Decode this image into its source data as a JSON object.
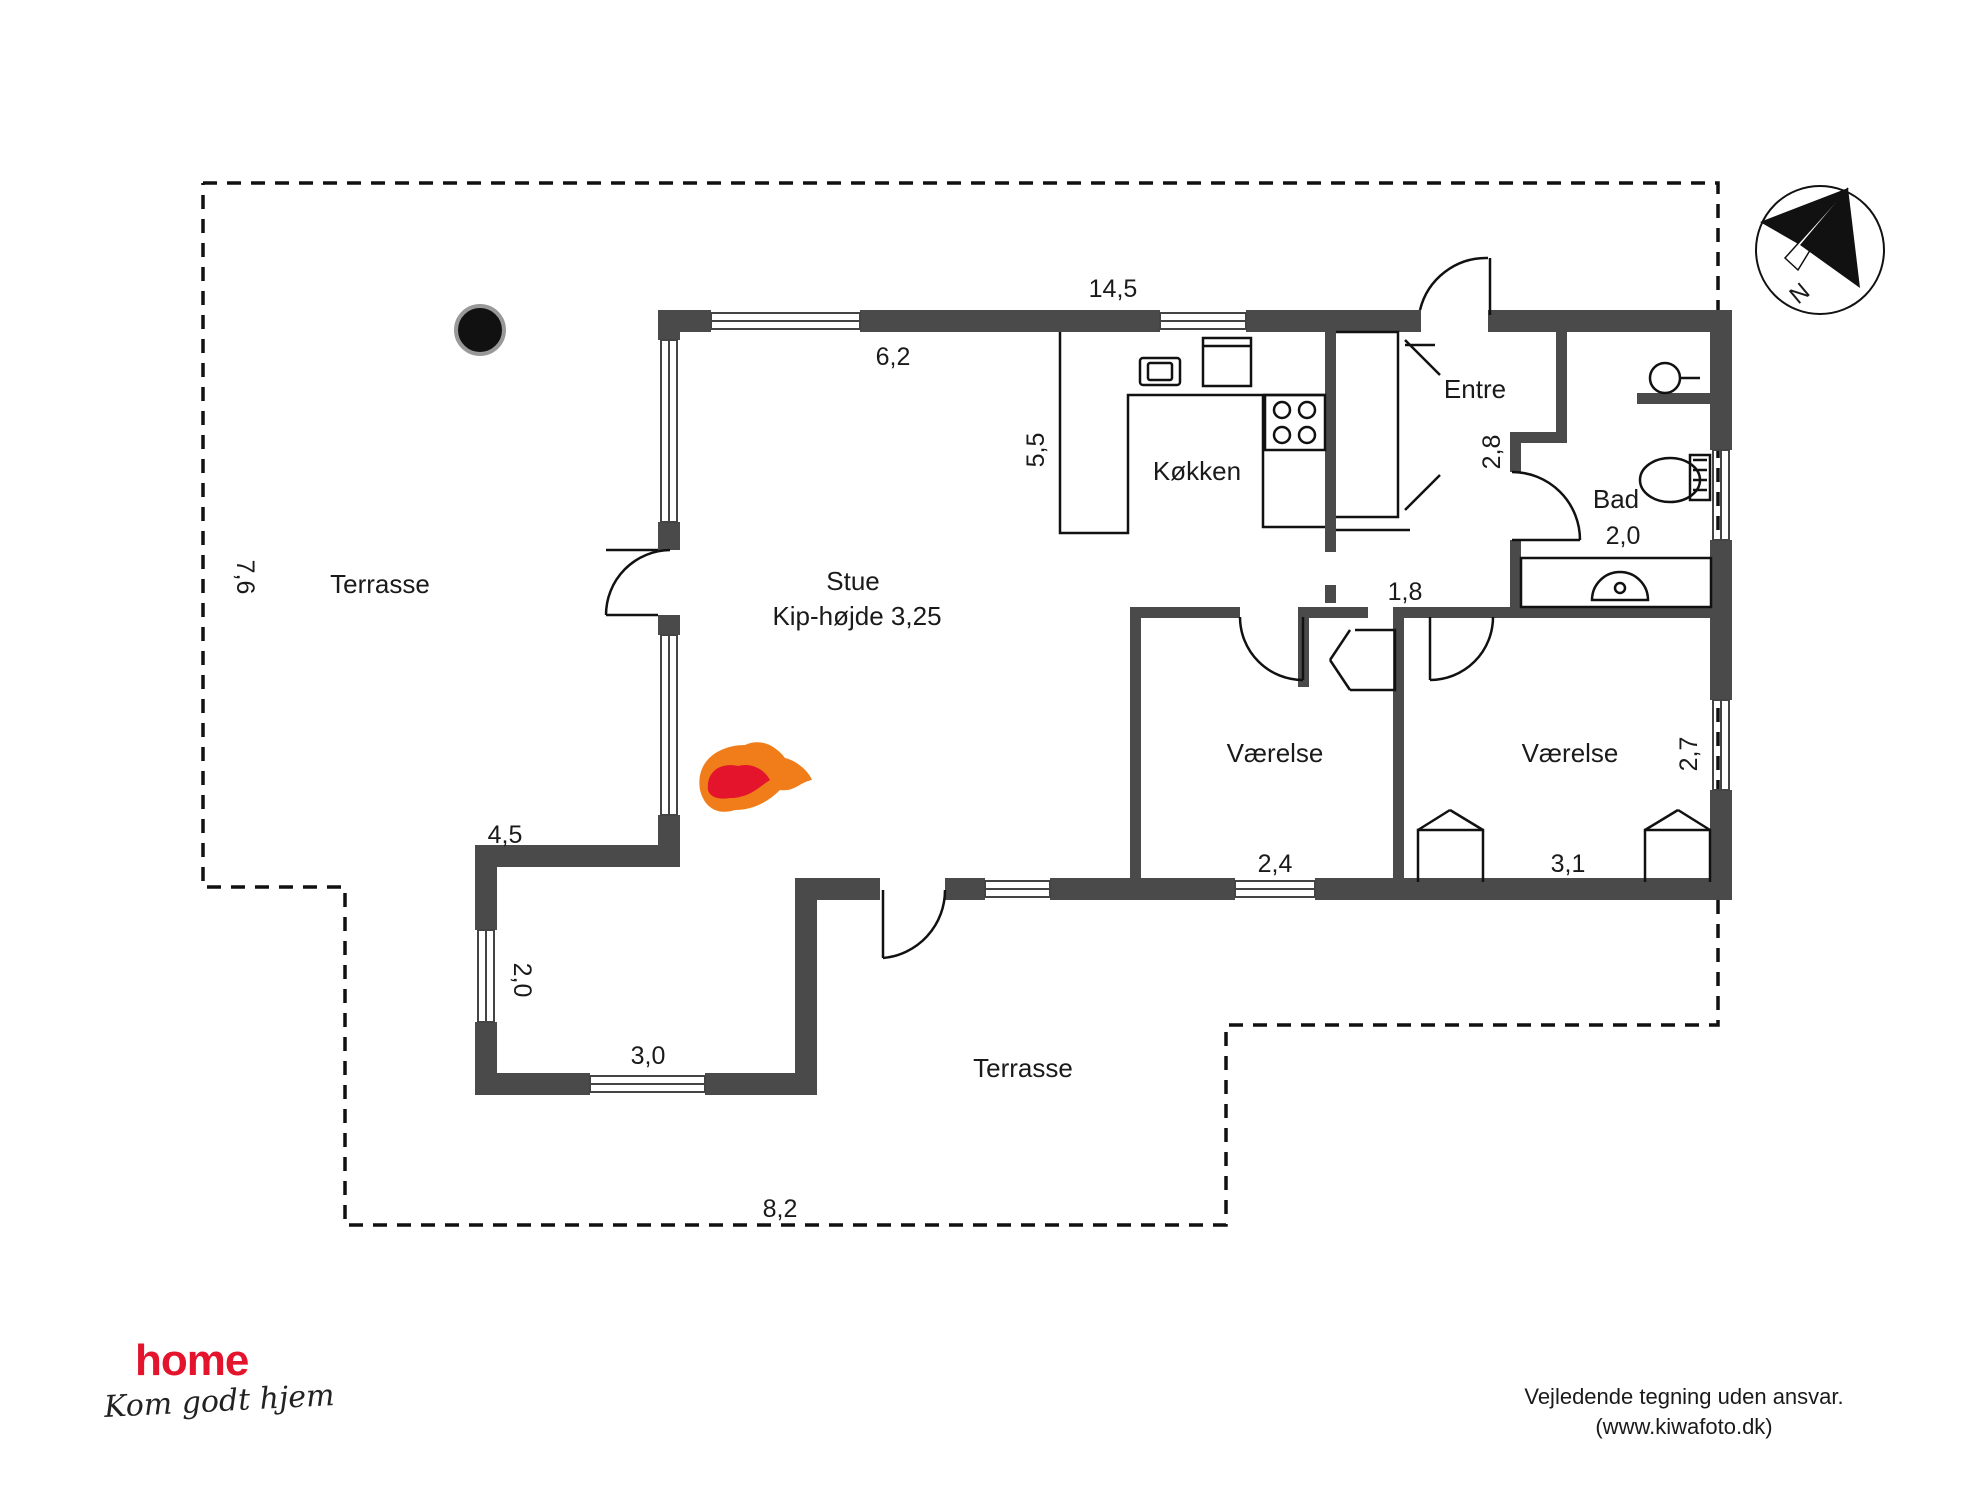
{
  "rooms": {
    "stue": "Stue",
    "stue_ceiling": "Kip-højde 3,25",
    "koekken": "Køkken",
    "entre": "Entre",
    "bad": "Bad",
    "vaerelse_1": "Værelse",
    "vaerelse_2": "Værelse",
    "terrasse_west": "Terrasse",
    "terrasse_south": "Terrasse"
  },
  "dimensions": {
    "total_width": "14,5",
    "stue_width": "6,2",
    "koekken_depth": "5,5",
    "entre_depth": "2,8",
    "bad_width": "2,0",
    "hall_width": "1,8",
    "vaerelse_2_depth": "2,7",
    "vaerelse_1_width": "2,4",
    "vaerelse_2_width": "3,1",
    "annex_left": "4,5",
    "annex_depth": "2,0",
    "annex_width": "3,0",
    "terrace_depth": "7,6",
    "terrace_south_width": "8,2"
  },
  "compass": {
    "letter": "N"
  },
  "logo": {
    "word": "home",
    "tagline": "Kom godt hjem"
  },
  "footer": {
    "disclaimer": "Vejledende tegning uden ansvar.",
    "source": "(www.kiwafoto.dk)"
  },
  "colors": {
    "wall": "#4a4a4a",
    "brand": "#e3142b",
    "fire_outer": "#f07d1a",
    "fire_inner": "#e3142b"
  }
}
